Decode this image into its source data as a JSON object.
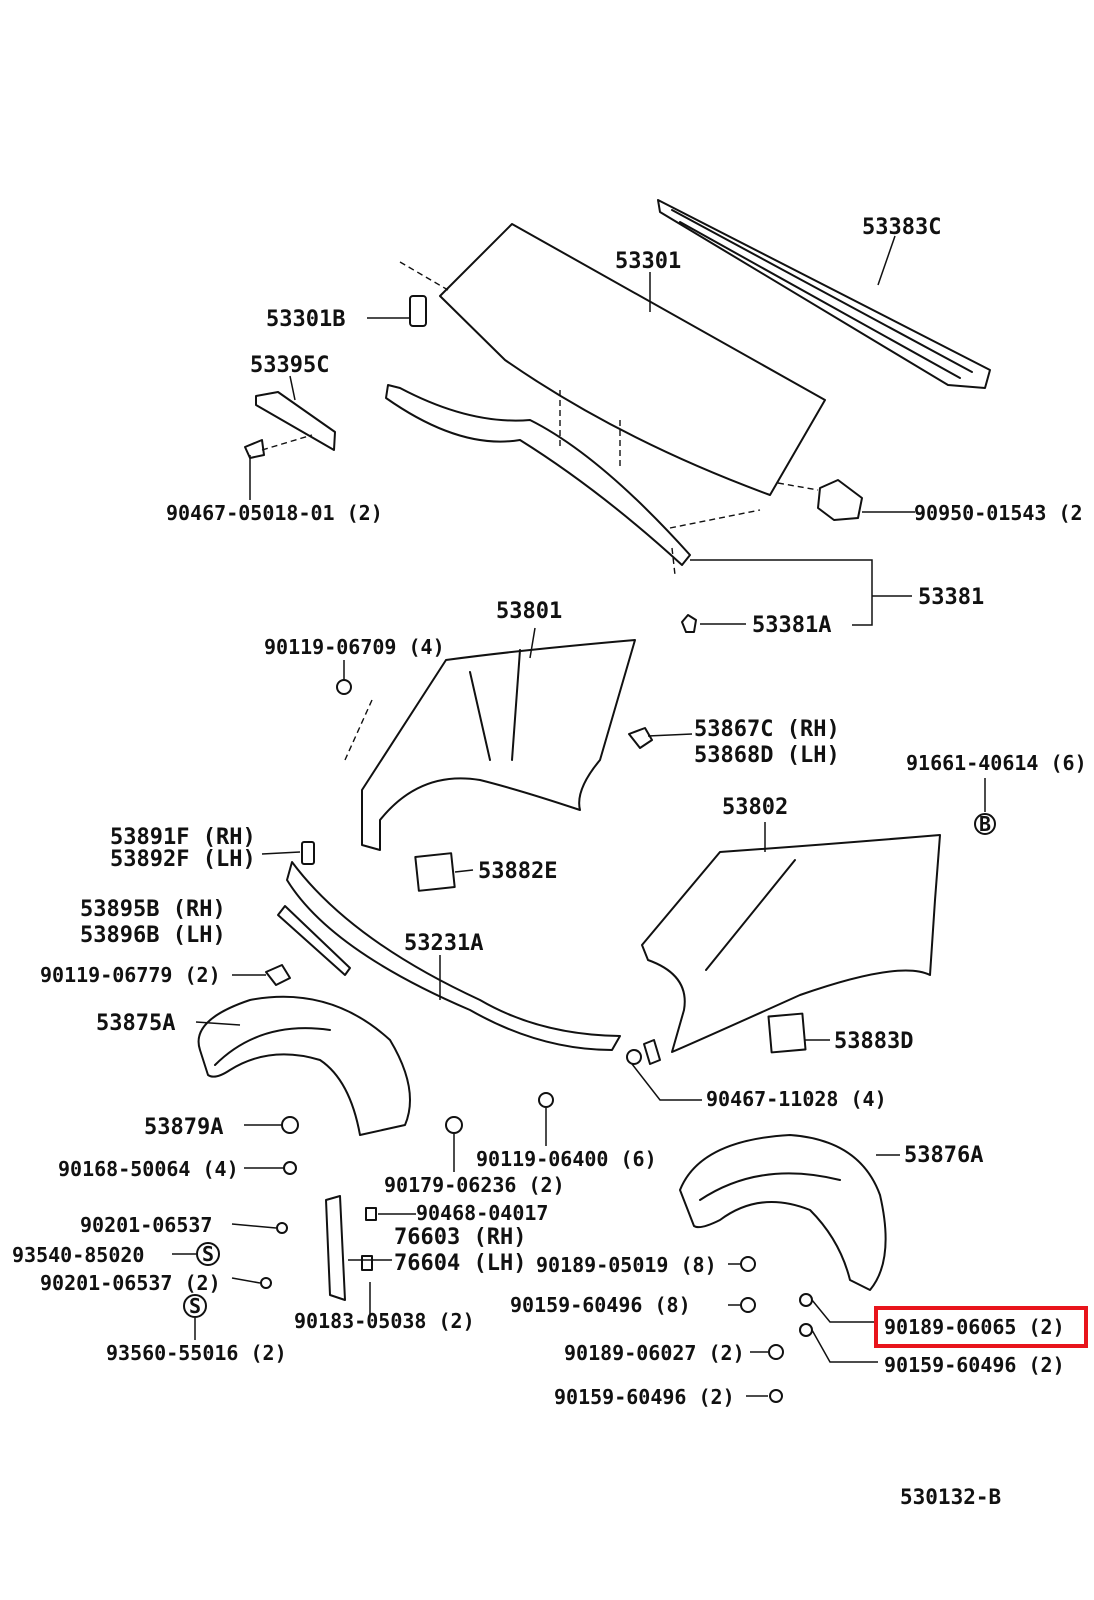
{
  "diagram_id": "530132-B",
  "highlight_color": "#e8141b",
  "labels": {
    "p53383C": "53383C",
    "p53301": "53301",
    "p53301B": "53301B",
    "p53395C": "53395C",
    "p90467_05018": "90467-05018-01 (2)",
    "p90950": "90950-01543 (2",
    "p53381": "53381",
    "p53381A": "53381A",
    "p53801": "53801",
    "p90119_06709": "90119-06709 (4)",
    "p53867C": "53867C (RH)",
    "p53868D": "53868D (LH)",
    "p91661": "91661-40614 (6)",
    "p53802": "53802",
    "p53891F": "53891F (RH)",
    "p53892F": "53892F (LH)",
    "p53882E": "53882E",
    "p53895B": "53895B (RH)",
    "p53896B": "53896B (LH)",
    "p53231A": "53231A",
    "p90119_06779": "90119-06779 (2)",
    "p53875A": "53875A",
    "p53883D": "53883D",
    "p90467_11028": "90467-11028 (4)",
    "p53879A": "53879A",
    "p90168": "90168-50064 (4)",
    "p90119_06400": "90119-06400 (6)",
    "p53876A": "53876A",
    "p90179": "90179-06236 (2)",
    "p90468": "90468-04017",
    "p90201_a": "90201-06537",
    "p76603": "76603 (RH)",
    "p76604": "76604 (LH)",
    "p93540": "93540-85020",
    "p90189_05019": "90189-05019 (8)",
    "p90201_b": "90201-06537 (2)",
    "p90159_a": "90159-60496 (8)",
    "p90189_06065": "90189-06065 (2)",
    "p90183": "90183-05038 (2)",
    "p93560": "93560-55016 (2)",
    "p90189_06027": "90189-06027 (2)",
    "p90159_b": "90159-60496 (2)",
    "p90159_c": "90159-60496 (2)",
    "marker_b": "B",
    "marker_s1": "S",
    "marker_s2": "S"
  }
}
